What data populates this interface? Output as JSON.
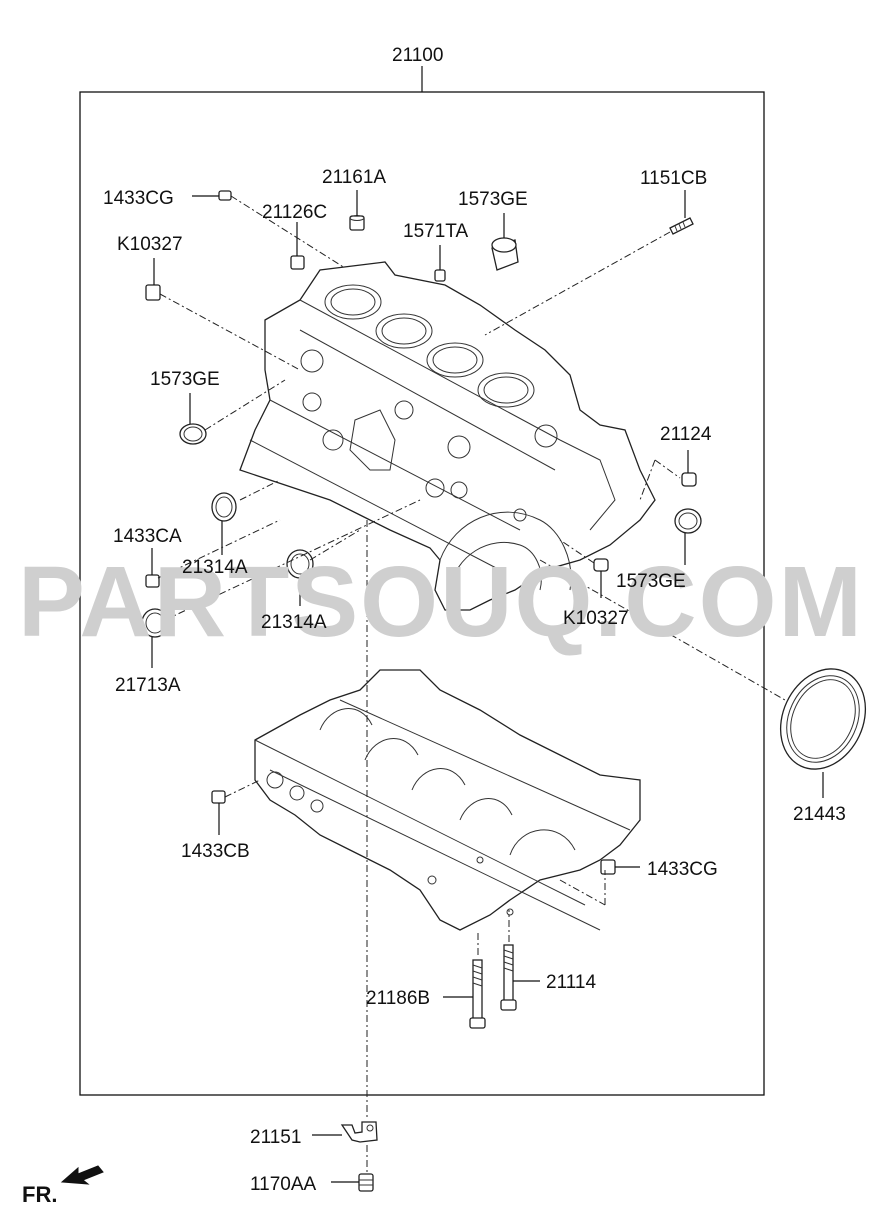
{
  "watermark": "PARTSOUQ.COM",
  "assembly_label": "21100",
  "front_marker": "FR.",
  "labels": {
    "l_1433CG_top": "1433CG",
    "l_21161A": "21161A",
    "l_1573GE_top": "1573GE",
    "l_1151CB": "1151CB",
    "l_21126C": "21126C",
    "l_1571TA": "1571TA",
    "l_K10327_left": "K10327",
    "l_1573GE_left": "1573GE",
    "l_21124": "21124",
    "l_1433CA": "1433CA",
    "l_21314A_a": "21314A",
    "l_21314A_b": "21314A",
    "l_1573GE_right": "1573GE",
    "l_K10327_right": "K10327",
    "l_21713A": "21713A",
    "l_21443": "21443",
    "l_1433CB": "1433CB",
    "l_1433CG_bottom": "1433CG",
    "l_21186B": "21186B",
    "l_21114": "21114",
    "l_21151": "21151",
    "l_1170AA": "1170AA"
  }
}
